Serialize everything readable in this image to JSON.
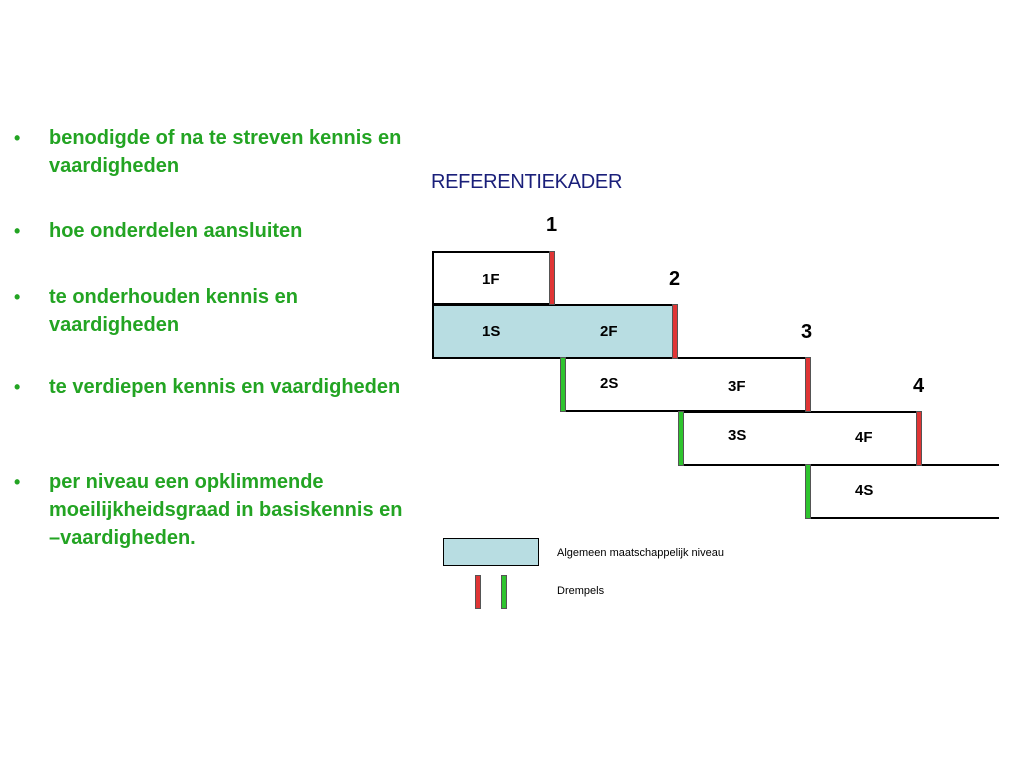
{
  "bullets": [
    "benodigde of na te streven kennis en vaardigheden",
    "hoe onderdelen aansluiten",
    "te onderhouden kennis en vaardigheden",
    "te verdiepen kennis en vaardigheden",
    "per niveau een opklimmende moeilijkheidsgraad in basiskennis en –vaardigheden."
  ],
  "bullet_symbol": "•",
  "diagram": {
    "title": "REFERENTIEKADER",
    "levels": [
      "1",
      "2",
      "3",
      "4"
    ],
    "cells": [
      "1F",
      "1S",
      "2F",
      "2S",
      "3F",
      "3S",
      "4F",
      "4S"
    ]
  },
  "legend": {
    "general_level": "Algemeen maatschappelijk niveau",
    "thresholds": "Drempels"
  },
  "colors": {
    "bullet_text": "#23a423",
    "title": "#1a1f7a",
    "general_level_fill": "#b8dde2",
    "threshold_red": "#e03535",
    "threshold_green": "#2ec42e"
  }
}
